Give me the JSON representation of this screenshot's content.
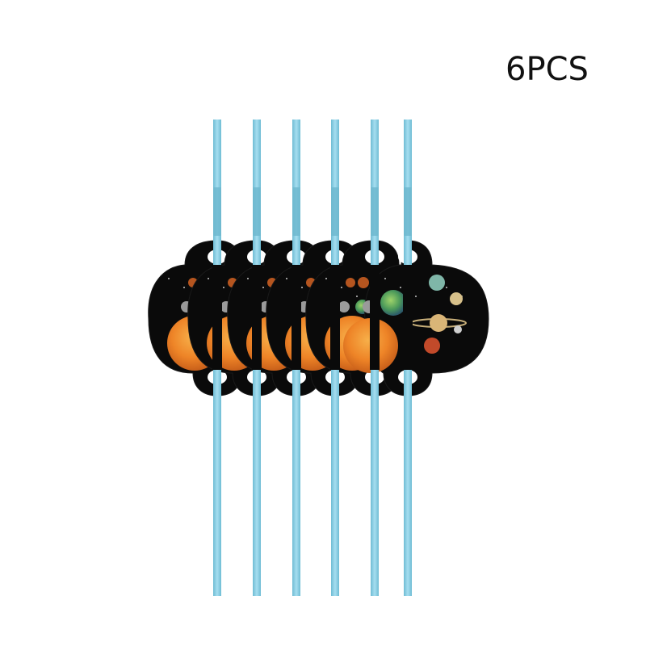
{
  "product": {
    "quantity_label": "6PCS",
    "item_count": 6,
    "straw_color": "#8ed0e4",
    "straw_band_color": "#6fb8cf",
    "card_background": "#0a0a0a",
    "sun_color": "#f08a2a",
    "theme": "solar system planets",
    "icons": [
      "straw-icon",
      "planet-card-icon",
      "sun-icon",
      "saturn-icon",
      "earth-icon"
    ]
  }
}
